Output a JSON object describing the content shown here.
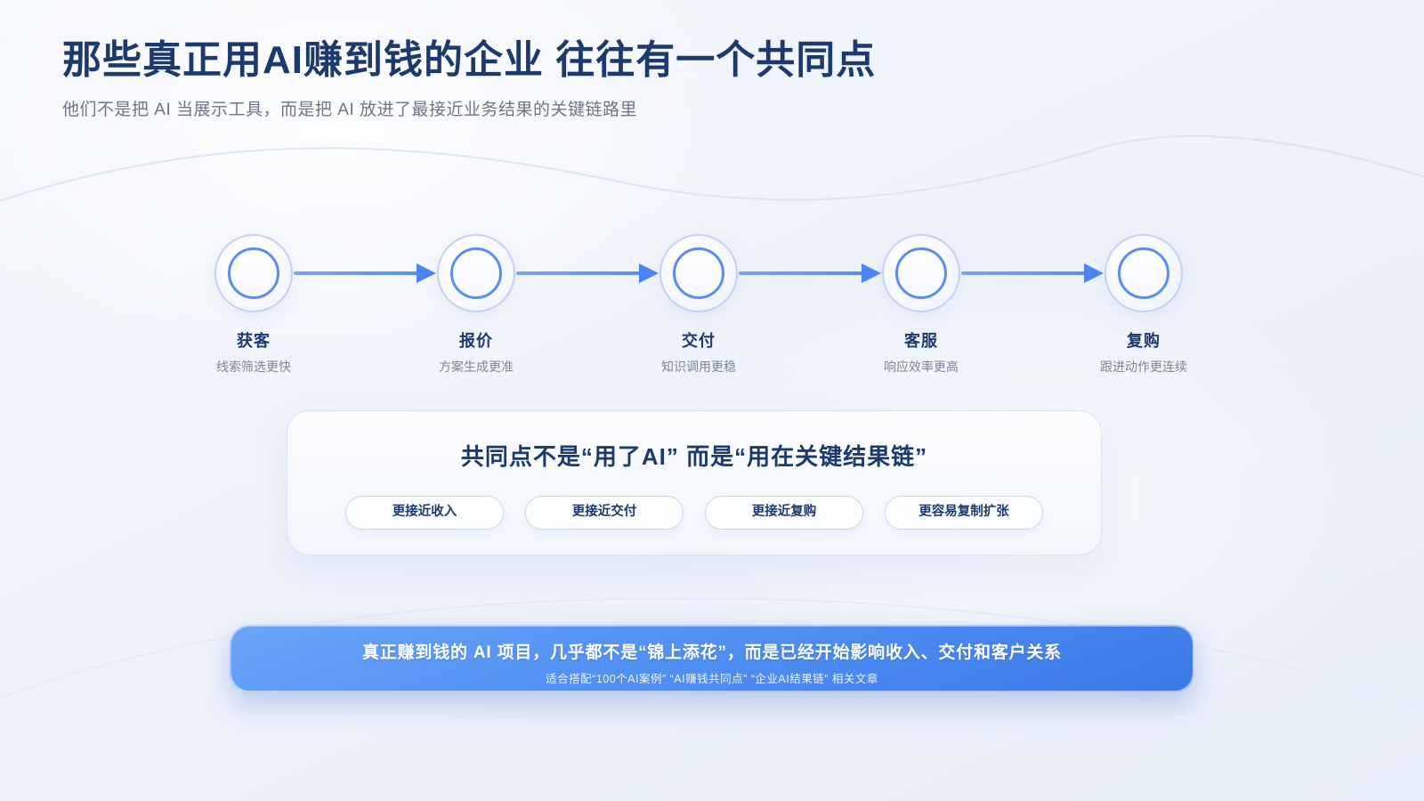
{
  "header": {
    "title": "那些真正用AI赚到钱的企业 往往有一个共同点",
    "subtitle": "他们不是把 AI 当展示工具，而是把 AI 放进了最接近业务结果的关键链路里"
  },
  "flow": {
    "nodes": [
      {
        "label": "获客",
        "desc": "线索筛选更快"
      },
      {
        "label": "报价",
        "desc": "方案生成更准"
      },
      {
        "label": "交付",
        "desc": "知识调用更稳"
      },
      {
        "label": "客服",
        "desc": "响应效率更高"
      },
      {
        "label": "复购",
        "desc": "跟进动作更连续"
      }
    ]
  },
  "summary_card": {
    "title": "共同点不是“用了AI” 而是“用在关键结果链”",
    "pills": [
      "更接近收入",
      "更接近交付",
      "更接近复购",
      "更容易复制扩张"
    ]
  },
  "banner": {
    "headline": "真正赚到钱的 AI 项目，几乎都不是“锦上添花”，而是已经开始影响收入、交付和客户关系",
    "subline": "适合搭配“100个AI案例” “AI赚钱共同点” “企业AI结果链” 相关文章"
  },
  "colors": {
    "title_navy": "#1d3a6e",
    "subtitle_gray": "#6b7687",
    "node_desc_gray": "#7c8698",
    "accent_blue": "#4b84f6",
    "circle_inner_border": "#5b8cf0",
    "circle_outer_border": "#c2d2f5",
    "pill_border": "#c7d7f4",
    "banner_gradient_top": "#6aa5f8",
    "banner_gradient_bottom": "#3c79e8",
    "background_light": "#eef2fa"
  }
}
